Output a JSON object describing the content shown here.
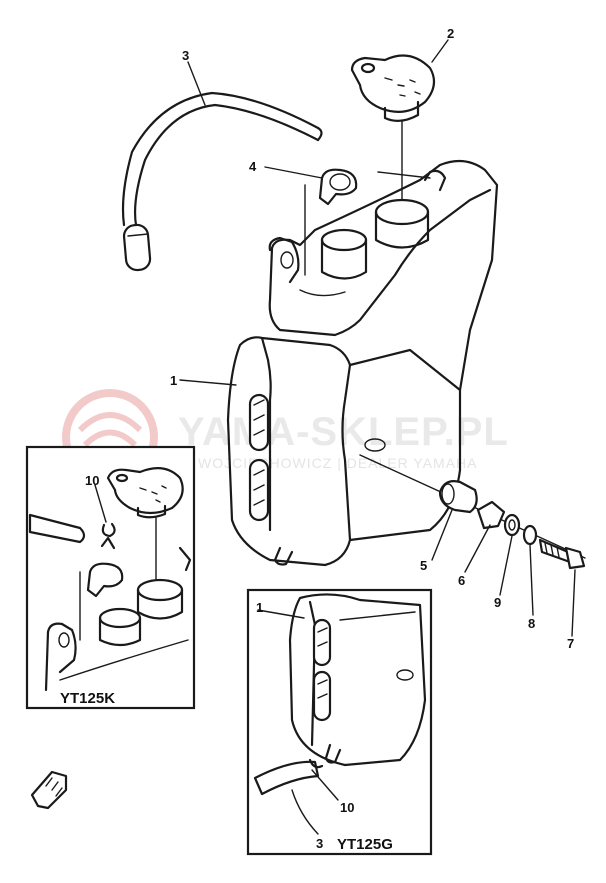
{
  "watermark": {
    "site": "YAMA-SKLEP.PL",
    "tagline": "WOJCIECHOWICZ | DEALER YAMAHA"
  },
  "parts": [
    {
      "id": "1",
      "label": "1"
    },
    {
      "id": "2",
      "label": "2"
    },
    {
      "id": "3",
      "label": "3"
    },
    {
      "id": "4",
      "label": "4"
    },
    {
      "id": "5",
      "label": "5"
    },
    {
      "id": "6",
      "label": "6"
    },
    {
      "id": "7",
      "label": "7"
    },
    {
      "id": "8",
      "label": "8"
    },
    {
      "id": "9",
      "label": "9"
    },
    {
      "id": "10",
      "label": "10"
    }
  ],
  "insets": {
    "left": {
      "label": "YT125K",
      "callouts": {
        "p10": "10"
      }
    },
    "right": {
      "label": "YT125G",
      "callouts": {
        "p1": "1",
        "p3": "3",
        "p10": "10"
      }
    }
  }
}
